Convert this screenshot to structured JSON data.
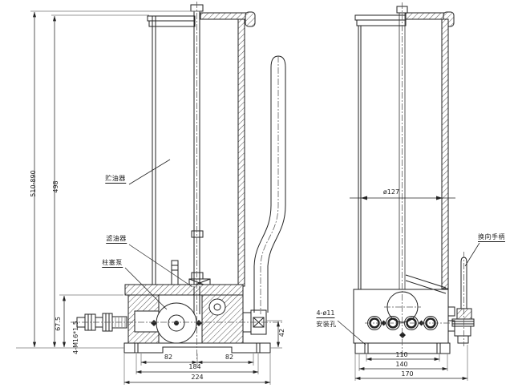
{
  "colors": {
    "line": "#222222",
    "thin_line": "#666666",
    "background": "#ffffff"
  },
  "front_view": {
    "labels": {
      "reservoir": "贮油器",
      "oil_filter": "滤油器",
      "plunger_pump": "柱塞泵"
    },
    "dims": {
      "overall_height": "510-890",
      "tank_height": "498",
      "base_height": "67.5",
      "thread_ports": "4-M16*1.5",
      "outlet_height": "42",
      "bolt_span_left": "82",
      "bolt_span_right": "82",
      "base_span": "184",
      "overall_width": "224"
    }
  },
  "side_view": {
    "labels": {
      "reversing_handle": "换向手柄",
      "mounting_hole_callout": "4-ø11",
      "mounting_hole_text": "安装孔"
    },
    "dims": {
      "tank_diameter": "ø127",
      "hole_spacing": "110",
      "base_width": "140",
      "overall_width": "170"
    }
  }
}
